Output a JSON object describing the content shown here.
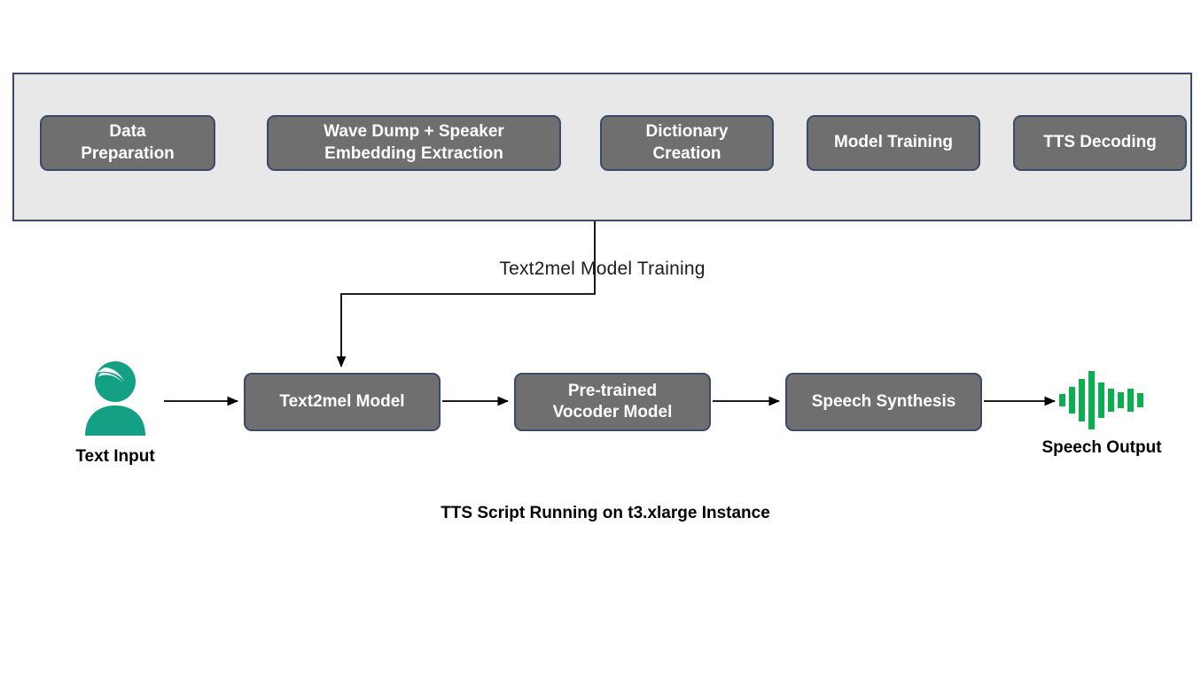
{
  "diagram": {
    "title_caption": "TTS Script Running on t3.xlarge\nInstance",
    "colors": {
      "box_fill": "#706F6F",
      "box_border": "#3B4A6B",
      "container_fill": "#E8E8E8",
      "accent_teal": "#13A085",
      "accent_green": "#0CAF50",
      "arrow": "#000000",
      "text_on_box": "#FFFFFF"
    },
    "training_group": {
      "label": "Text2mel Model Training",
      "steps": [
        {
          "id": "data-preparation",
          "label": "Data\nPreparation"
        },
        {
          "id": "wave-dump-speaker-embedding",
          "label": "Wave Dump + Speaker\nEmbedding Extraction"
        },
        {
          "id": "dictionary-creation",
          "label": "Dictionary\nCreation"
        },
        {
          "id": "model-training",
          "label": "Model Training"
        },
        {
          "id": "tts-decoding",
          "label": "TTS Decoding"
        }
      ]
    },
    "inference_flow": {
      "input": {
        "id": "text-input",
        "label": "Text Input",
        "icon": "user-icon"
      },
      "steps": [
        {
          "id": "text2mel-model",
          "label": "Text2mel Model"
        },
        {
          "id": "pre-trained-vocoder-model",
          "label": "Pre-trained\nVocoder Model"
        },
        {
          "id": "speech-synthesis",
          "label": "Speech Synthesis"
        }
      ],
      "output": {
        "id": "speech-output",
        "label": "Speech Output",
        "icon": "audio-waveform-icon"
      }
    },
    "waveform_bars": [
      14,
      30,
      48,
      66,
      40,
      26,
      18,
      26,
      16
    ]
  }
}
